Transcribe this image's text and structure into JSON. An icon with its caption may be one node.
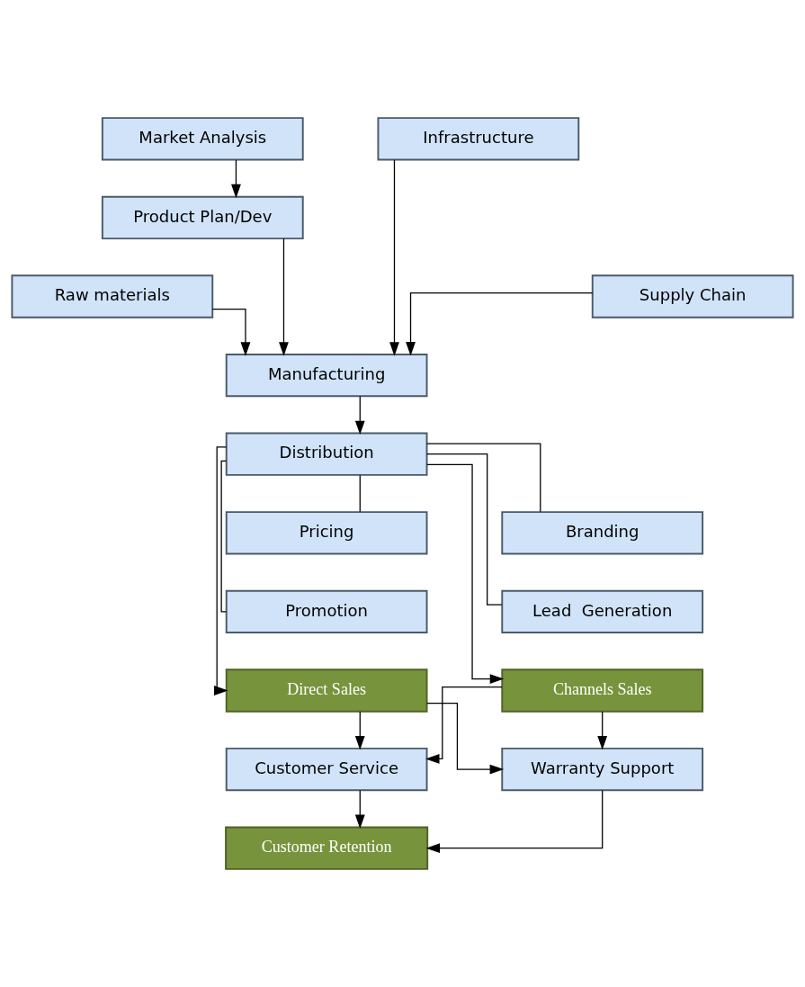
{
  "diagram": {
    "nodes": [
      {
        "text": [
          "Market Analysis"
        ]
      },
      {
        "text": [
          "Infrastructure"
        ]
      },
      {
        "text": [
          "Product Plan/Dev"
        ]
      },
      {
        "text": [
          "Raw materials"
        ]
      },
      {
        "text": [
          "Supply Chain"
        ]
      },
      {
        "text": [
          "Manufacturing"
        ]
      },
      {
        "text": [
          "Distribution"
        ]
      },
      {
        "text": [
          "Pricing"
        ]
      },
      {
        "text": [
          "Branding"
        ]
      },
      {
        "text": [
          "Promotion"
        ]
      },
      {
        "text": [
          "Lead  Generation"
        ]
      },
      {
        "text": [
          "Direct Sales"
        ]
      },
      {
        "text": [
          "Channels Sales"
        ]
      },
      {
        "text": [
          "Customer Service"
        ]
      },
      {
        "text": [
          "Warranty Support"
        ]
      },
      {
        "text": [
          "Customer Retention"
        ]
      }
    ],
    "edges": [
      {
        "from": 0,
        "to": 2,
        "arrow": "to"
      },
      {
        "from": 2,
        "to": 5,
        "arrow": "to"
      },
      {
        "from": 1,
        "to": 5,
        "arrow": "to"
      },
      {
        "from": 3,
        "to": 5,
        "arrow": "to"
      },
      {
        "from": 4,
        "to": 5,
        "arrow": "to"
      },
      {
        "from": 5,
        "to": 6,
        "arrow": "to"
      },
      {
        "from": 7,
        "to": 6,
        "arrow": "none"
      },
      {
        "from": 8,
        "to": 6,
        "arrow": "none"
      },
      {
        "from": 9,
        "to": 6,
        "arrow": "none"
      },
      {
        "from": 10,
        "to": 6,
        "arrow": "none"
      },
      {
        "from": 6,
        "to": 11,
        "arrow": "to"
      },
      {
        "from": 6,
        "to": 12,
        "arrow": "to"
      },
      {
        "from": 11,
        "to": 13,
        "arrow": "to"
      },
      {
        "from": 11,
        "to": 14,
        "arrow": "to"
      },
      {
        "from": 12,
        "to": 13,
        "arrow": "to"
      },
      {
        "from": 12,
        "to": 14,
        "arrow": "to"
      },
      {
        "from": 13,
        "to": 15,
        "arrow": "to"
      },
      {
        "from": 14,
        "to": 15,
        "arrow": "to"
      }
    ]
  }
}
